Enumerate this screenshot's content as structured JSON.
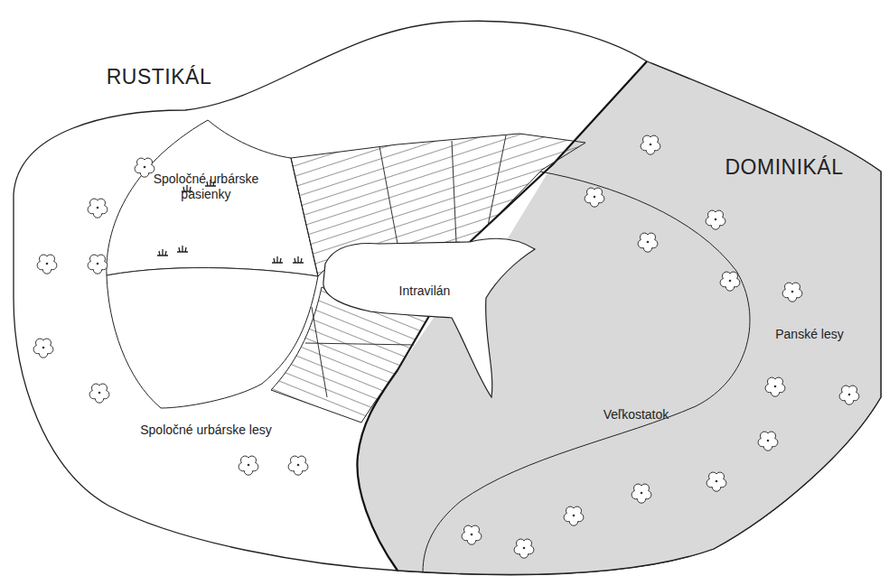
{
  "diagram": {
    "nodes": [
      {
        "text": [
          "RUSTIKÁL"
        ]
      },
      {
        "text": [
          "Spoločné urbárske pasienky"
        ],
        "in": 0
      },
      {
        "text": [
          "Spoločné urbárske lesy"
        ],
        "in": 0
      },
      {
        "text": [
          "Intravilán"
        ]
      },
      {
        "text": [
          "DOMINIKÁL"
        ]
      },
      {
        "text": [
          "Veľkostatok"
        ],
        "in": 4
      },
      {
        "text": [
          "Panské lesy"
        ],
        "in": 4
      }
    ]
  }
}
